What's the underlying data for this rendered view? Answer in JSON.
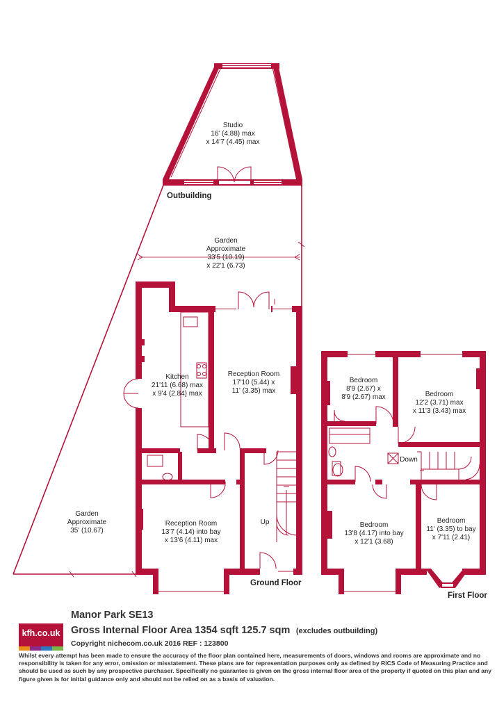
{
  "brand": {
    "logo_text": "kfh.co.uk",
    "strip_colors": [
      "#e88f1a",
      "#8a2b8a",
      "#2a7bbf",
      "#7ab648"
    ]
  },
  "colors": {
    "wall": "#b5123a",
    "text": "#222222"
  },
  "plan": {
    "outbuilding_label": "Outbuilding",
    "ground_floor_label": "Ground Floor",
    "first_floor_label": "First Floor",
    "rooms": {
      "studio": {
        "name": "Studio",
        "line1": "16' (4.88) max",
        "line2": "x 14'7 (4.45) max"
      },
      "garden_rear": {
        "name": "Garden",
        "line1": "Approximate",
        "line2": "33'5 (10.19)",
        "line3": "x 22'1 (6.73)"
      },
      "kitchen": {
        "name": "Kitchen",
        "line1": "21'11 (6.68) max",
        "line2": "x 9'4 (2.84) max"
      },
      "reception_rear": {
        "name": "Reception Room",
        "line1": "17'10 (5.44) x",
        "line2": "11' (3.35) max"
      },
      "garden_side": {
        "name": "Garden",
        "line1": "Approximate",
        "line2": "35' (10.67)"
      },
      "reception_front": {
        "name": "Reception Room",
        "line1": "13'7 (4.14) into bay",
        "line2": "x 13'6 (4.11) max"
      },
      "bedroom_small": {
        "name": "Bedroom",
        "line1": "8'9 (2.67) x",
        "line2": "8'9 (2.67) max"
      },
      "bedroom_rear": {
        "name": "Bedroom",
        "line1": "12'2 (3.71) max",
        "line2": "x 11'3 (3.43) max"
      },
      "bedroom_front": {
        "name": "Bedroom",
        "line1": "13'8 (4.17) into bay",
        "line2": "x 12'1 (3.68)"
      },
      "bedroom_front_right": {
        "name": "Bedroom",
        "line1": "11' (3.35) to bay",
        "line2": "x 7'11 (2.41)"
      }
    },
    "stairs": {
      "up": "Up",
      "down": "Down"
    }
  },
  "footer": {
    "property": "Manor Park  SE13",
    "area": "Gross Internal Floor Area 1354 sqft 125.7 sqm",
    "area_note": "(excludes outbuilding)",
    "copyright": "Copyright nichecom.co.uk 2016 REF : 123800",
    "disclaimer": "Whilst every attempt has been made to ensure the accuracy of the floor plan contained here, measurements of doors, windows and rooms are approximate and no responsibility is taken for any error, omission or misstatement.  These plans are for representation purposes only as defined by RICS Code of Measuring Practice and should be used as such by any prospective purchaser.  Specifically no guarantee is given on the gross internal floor area of the property if quoted on this plan and any figure given is for initial guidance only and should not be relied on as a basis of valuation."
  }
}
